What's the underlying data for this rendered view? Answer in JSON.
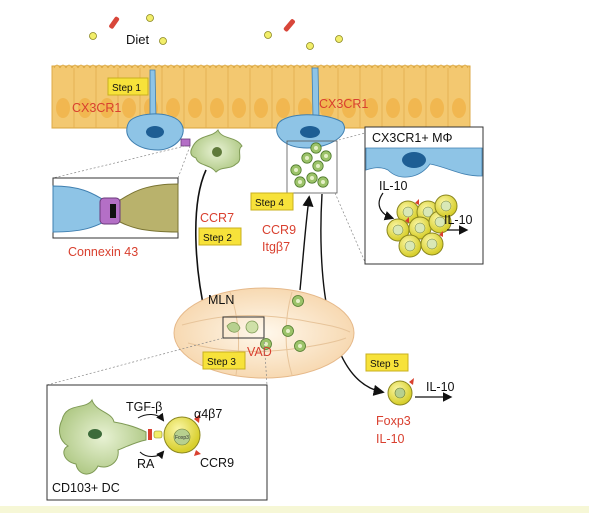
{
  "labels": {
    "diet": "Diet",
    "step1": "Step 1",
    "step2": "Step 2",
    "step3": "Step 3",
    "step4": "Step 4",
    "step5": "Step 5",
    "cx3cr1_left": "CX3CR1",
    "cx3cr1_right": "CX3CR1",
    "connexin": "Connexin 43",
    "ccr7": "CCR7",
    "ccr9": "CCR9",
    "itgb7": "Itgβ7",
    "mln": "MLN",
    "vad": "VAD",
    "macrophage_title": "CX3CR1+ MΦ",
    "il10_in": "IL-10",
    "il10_out": "IL-10",
    "il10_step5": "IL-10",
    "foxp3_step5": "Foxp3",
    "il10_red": "IL-10",
    "tgfb": "TGF-β",
    "ra": "RA",
    "a4b7": "α4β7",
    "ccr9_inset": "CCR9",
    "cd103": "CD103+ DC",
    "foxp3_cell": "Foxp3"
  },
  "colors": {
    "epithelium": "#f3c870",
    "epithelium_edge": "#d9a43c",
    "nucleus": "#f0b44a",
    "step_fill": "#f7e23a",
    "red_text": "#d9402f",
    "dc_green": "#b7d08f",
    "treg_yellow": "#e9e24a",
    "macrophage_blue": "#8ec4e6",
    "connexin_purple": "#b46fc6"
  }
}
